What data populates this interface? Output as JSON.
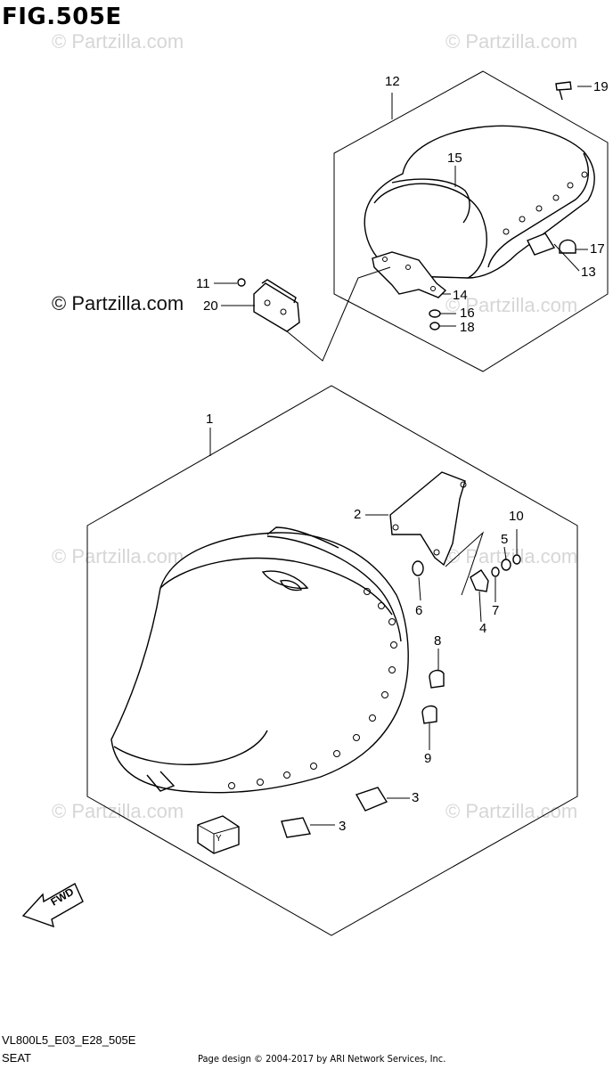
{
  "figure": {
    "title": "FIG.505E",
    "model_code": "VL800L5_E03_E28_505E",
    "group_name": "SEAT",
    "footer_copyright": "Page design © 2004-2017 by ARI Network Services, Inc."
  },
  "watermarks": {
    "light": "© Partzilla.com",
    "dark": "© Partzilla.com"
  },
  "callouts": [
    {
      "id": "1",
      "label": "1"
    },
    {
      "id": "2",
      "label": "2"
    },
    {
      "id": "3a",
      "label": "3"
    },
    {
      "id": "3b",
      "label": "3"
    },
    {
      "id": "4",
      "label": "4"
    },
    {
      "id": "5",
      "label": "5"
    },
    {
      "id": "6",
      "label": "6"
    },
    {
      "id": "7",
      "label": "7"
    },
    {
      "id": "8",
      "label": "8"
    },
    {
      "id": "9",
      "label": "9"
    },
    {
      "id": "10",
      "label": "10"
    },
    {
      "id": "11",
      "label": "11"
    },
    {
      "id": "12",
      "label": "12"
    },
    {
      "id": "13",
      "label": "13"
    },
    {
      "id": "14",
      "label": "14"
    },
    {
      "id": "15",
      "label": "15"
    },
    {
      "id": "16",
      "label": "16"
    },
    {
      "id": "17",
      "label": "17"
    },
    {
      "id": "18",
      "label": "18"
    },
    {
      "id": "19",
      "label": "19"
    },
    {
      "id": "20",
      "label": "20"
    }
  ],
  "fwd_label": "FWD",
  "kit_label": "Y"
}
